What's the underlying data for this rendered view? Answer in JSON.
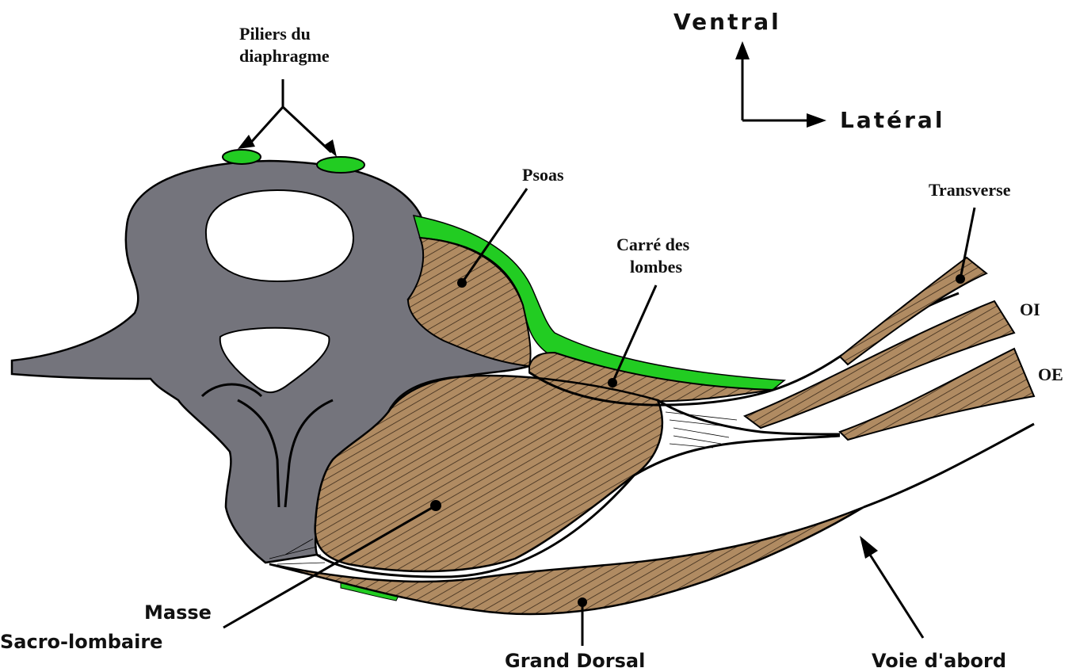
{
  "orientation": {
    "ventral": "Ventral",
    "lateral": "Latéral"
  },
  "labels": {
    "piliers_line1": "Piliers du",
    "piliers_line2": "diaphragme",
    "psoas": "Psoas",
    "carre_line1": "Carré des",
    "carre_line2": "lombes",
    "transverse": "Transverse",
    "oi": "OI",
    "oe": "OE",
    "masse_line1": "Masse",
    "masse_line2": "Sacro-lombaire",
    "grand_dorsal": "Grand Dorsal",
    "voie_abord": "Voie d'abord"
  },
  "colors": {
    "bone": "#74747c",
    "muscle": "#b08b62",
    "fascia": "#22cc22",
    "outline": "#000000"
  }
}
